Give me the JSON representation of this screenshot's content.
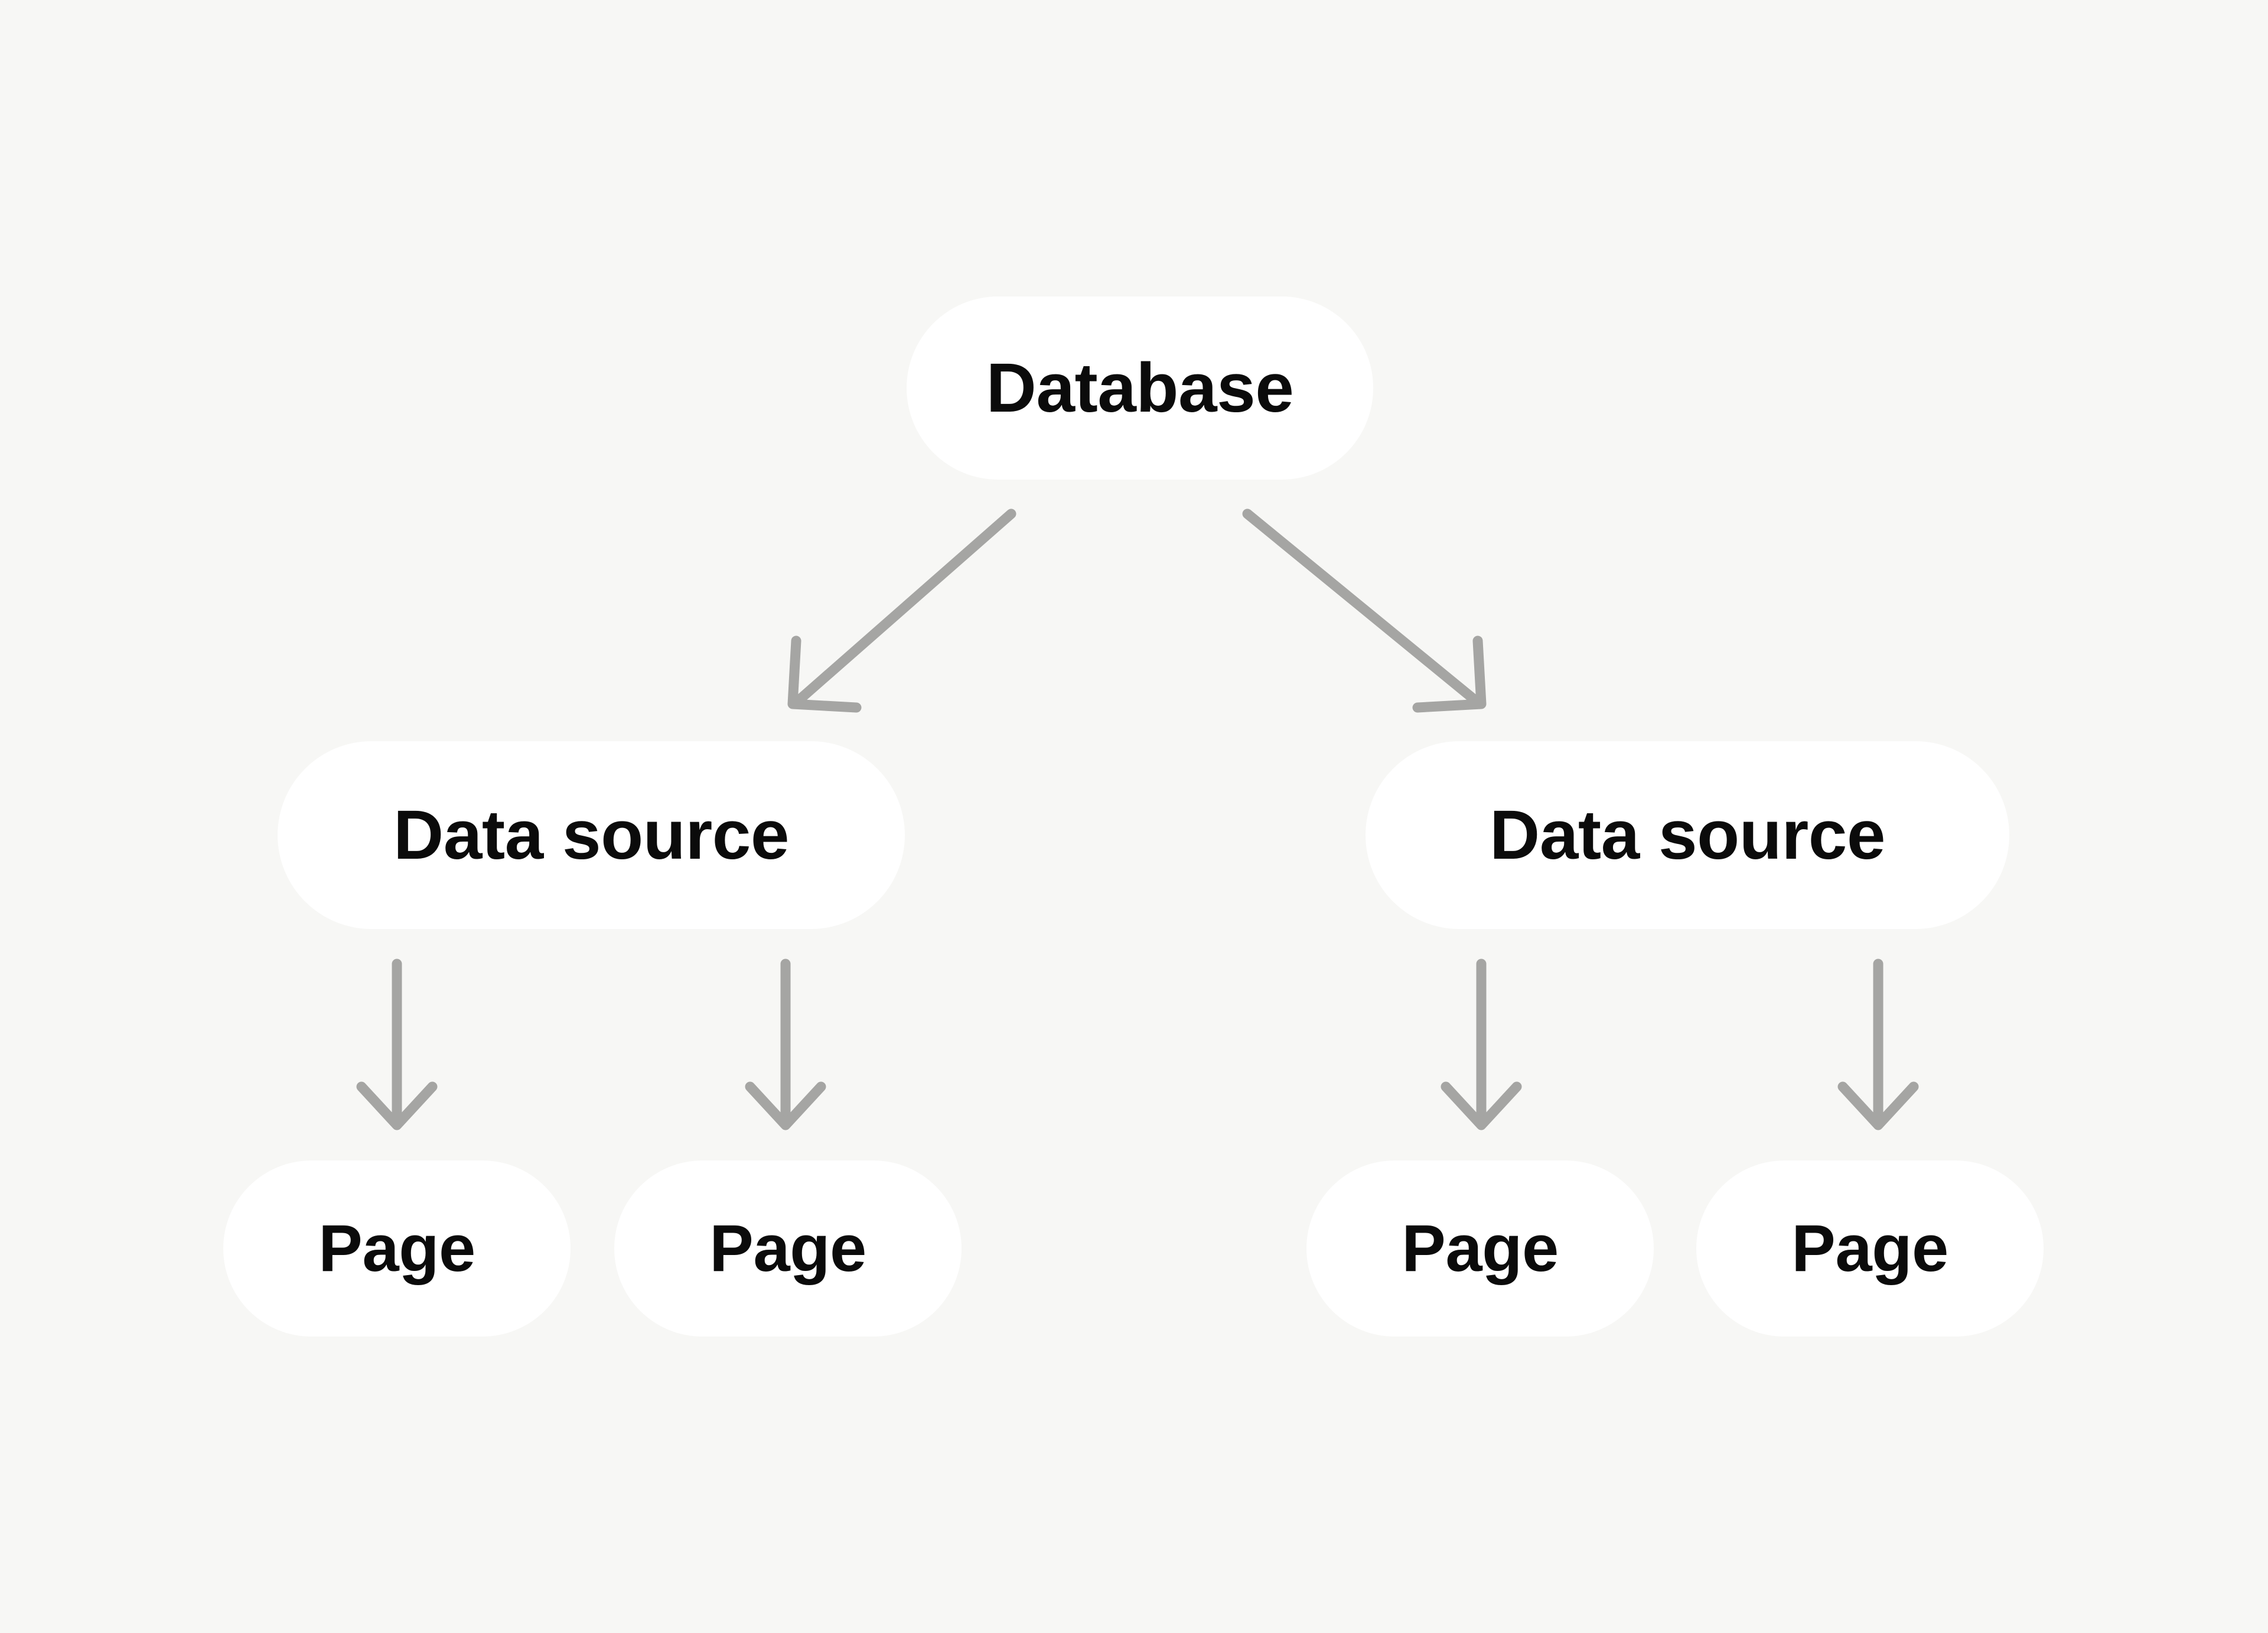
{
  "diagram": {
    "type": "hierarchy-tree",
    "background_color": "#F7F7F5",
    "node_color": "#FFFFFF",
    "label_color": "#0B0B0B",
    "connector_color": "#A5A5A3",
    "root": {
      "id": "database",
      "label": "Database"
    },
    "levels": [
      {
        "name": "database-level",
        "nodes": [
          {
            "id": "database",
            "label": "Database"
          }
        ]
      },
      {
        "name": "data-source-level",
        "nodes": [
          {
            "id": "data-source-1",
            "label": "Data source"
          },
          {
            "id": "data-source-2",
            "label": "Data source"
          }
        ]
      },
      {
        "name": "page-level",
        "nodes": [
          {
            "id": "page-1",
            "label": "Page"
          },
          {
            "id": "page-2",
            "label": "Page"
          },
          {
            "id": "page-3",
            "label": "Page"
          },
          {
            "id": "page-4",
            "label": "Page"
          }
        ]
      }
    ],
    "connectors": [
      {
        "id": "edge-database-to-data-source-1",
        "from": "database",
        "to": "data-source-1",
        "style": "diagonal-arrow-down-left"
      },
      {
        "id": "edge-database-to-data-source-2",
        "from": "database",
        "to": "data-source-2",
        "style": "diagonal-arrow-down-right"
      },
      {
        "id": "edge-data-source-1-to-page-1",
        "from": "data-source-1",
        "to": "page-1",
        "style": "vertical-arrow-down"
      },
      {
        "id": "edge-data-source-1-to-page-2",
        "from": "data-source-1",
        "to": "page-2",
        "style": "vertical-arrow-down"
      },
      {
        "id": "edge-data-source-2-to-page-3",
        "from": "data-source-2",
        "to": "page-3",
        "style": "vertical-arrow-down"
      },
      {
        "id": "edge-data-source-2-to-page-4",
        "from": "data-source-2",
        "to": "page-4",
        "style": "vertical-arrow-down"
      }
    ]
  }
}
